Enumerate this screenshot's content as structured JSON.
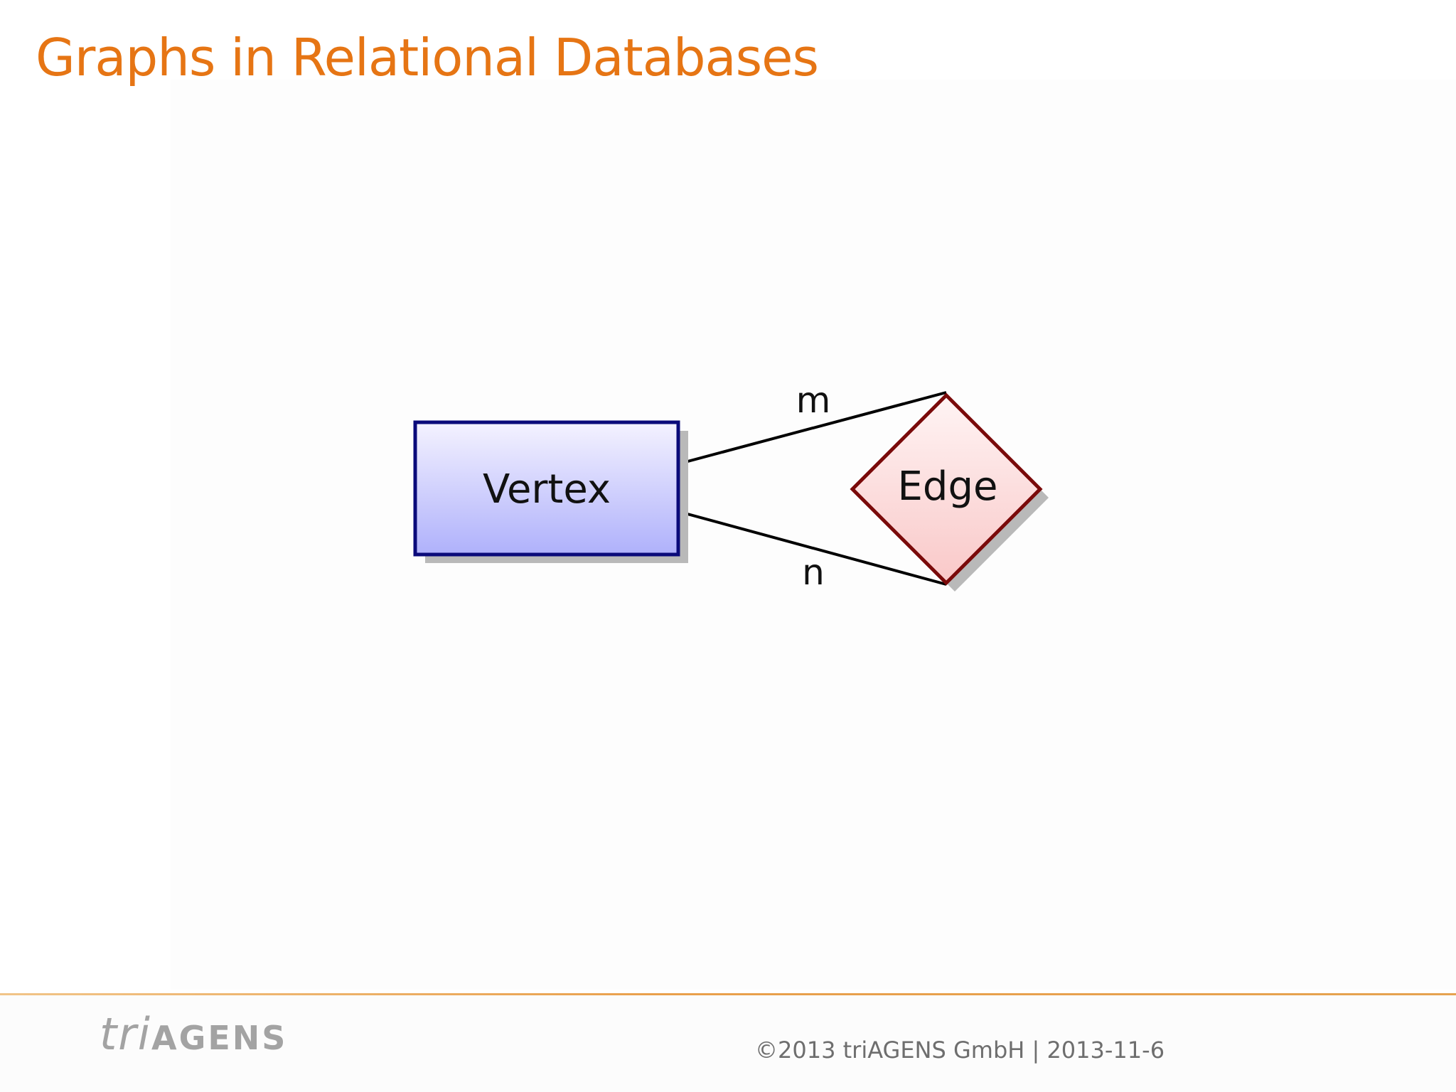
{
  "slide": {
    "title": "Graphs in Relational Databases"
  },
  "diagram": {
    "vertex_label": "Vertex",
    "edge_label": "Edge",
    "cardinality_top": "m",
    "cardinality_bottom": "n",
    "colors": {
      "vertex_border": "#0a0a7a",
      "vertex_fill_top": "#f4f2ff",
      "vertex_fill_bottom": "#afb1fb",
      "edge_border": "#7a0a0a",
      "edge_fill_top": "#fff4f4",
      "edge_fill_bottom": "#f9c8c8",
      "shadow": "#b9b9b9"
    }
  },
  "footer": {
    "logo_tri": "tri",
    "logo_agens": "AGENS",
    "copyright": "©2013 triAGENS GmbH | 2013-11-6"
  },
  "theme": {
    "title_color": "#e67514",
    "footer_rule_color": "#e9a04c"
  }
}
